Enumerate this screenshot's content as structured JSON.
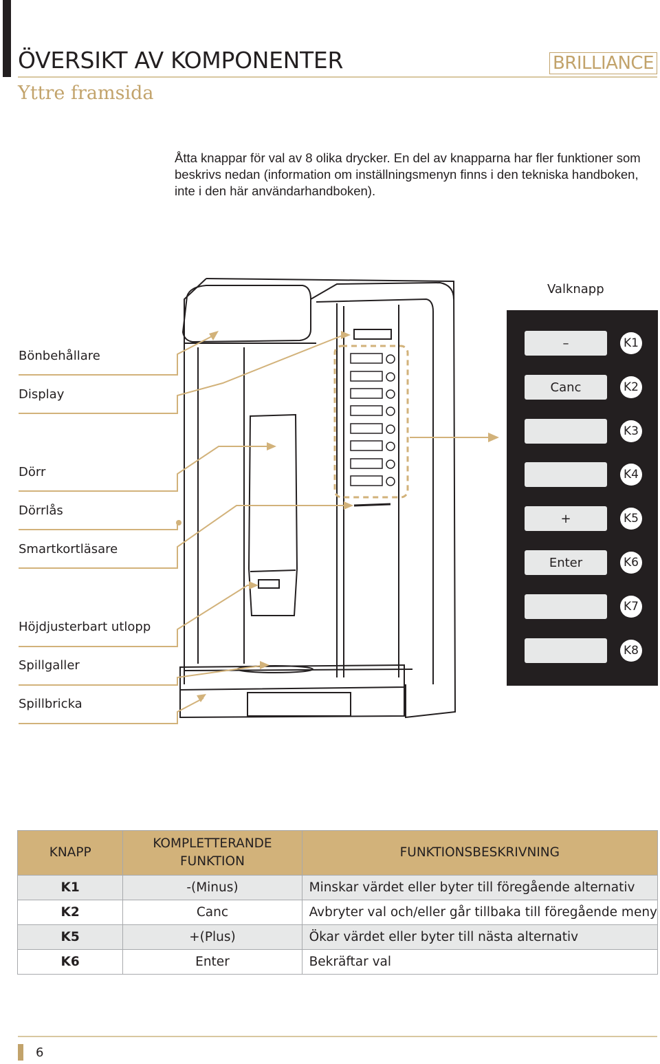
{
  "header": {
    "title": "ÖVERSIKT AV KOMPONENTER",
    "subtitle": "Yttre framsida",
    "brand": "BRILLIANCE"
  },
  "intro": "Åtta knappar för val av 8 olika drycker. En del av knapparna har fler funktioner som beskrivs nedan (information om inställningsmenyn finns i den tekniska handboken, inte i den här användarhandboken).",
  "components": [
    "Bönbehållare",
    "Display",
    "Dörr",
    "Dörrlås",
    "Smartkortläsare",
    "Höjdjusterbart utlopp",
    "Spillgaller",
    "Spillbricka"
  ],
  "keypad": {
    "title": "Valknapp",
    "keys": [
      {
        "id": "K1",
        "label": "–"
      },
      {
        "id": "K2",
        "label": "Canc"
      },
      {
        "id": "K3",
        "label": ""
      },
      {
        "id": "K4",
        "label": ""
      },
      {
        "id": "K5",
        "label": "+"
      },
      {
        "id": "K6",
        "label": "Enter"
      },
      {
        "id": "K7",
        "label": ""
      },
      {
        "id": "K8",
        "label": ""
      }
    ]
  },
  "table": {
    "headers": [
      "KNAPP",
      "KOMPLETTERANDE FUNKTION",
      "FUNKTIONSBESKRIVNING"
    ],
    "rows": [
      {
        "key": "K1",
        "function": "-(Minus)",
        "description": "Minskar värdet eller byter till föregående alternativ"
      },
      {
        "key": "K2",
        "function": "Canc",
        "description": "Avbryter val och/eller går tillbaka till föregående meny"
      },
      {
        "key": "K5",
        "function": "+(Plus)",
        "description": "Ökar värdet eller byter till nästa alternativ"
      },
      {
        "key": "K6",
        "function": "Enter",
        "description": "Bekräftar val"
      }
    ]
  },
  "footer": {
    "page_number": "6"
  },
  "colors": {
    "accent": "#c2a36b",
    "leader": "#d2b27a",
    "table_header": "#d2b27a",
    "row_shade": "#e7e8e8",
    "panel": "#231f20"
  }
}
